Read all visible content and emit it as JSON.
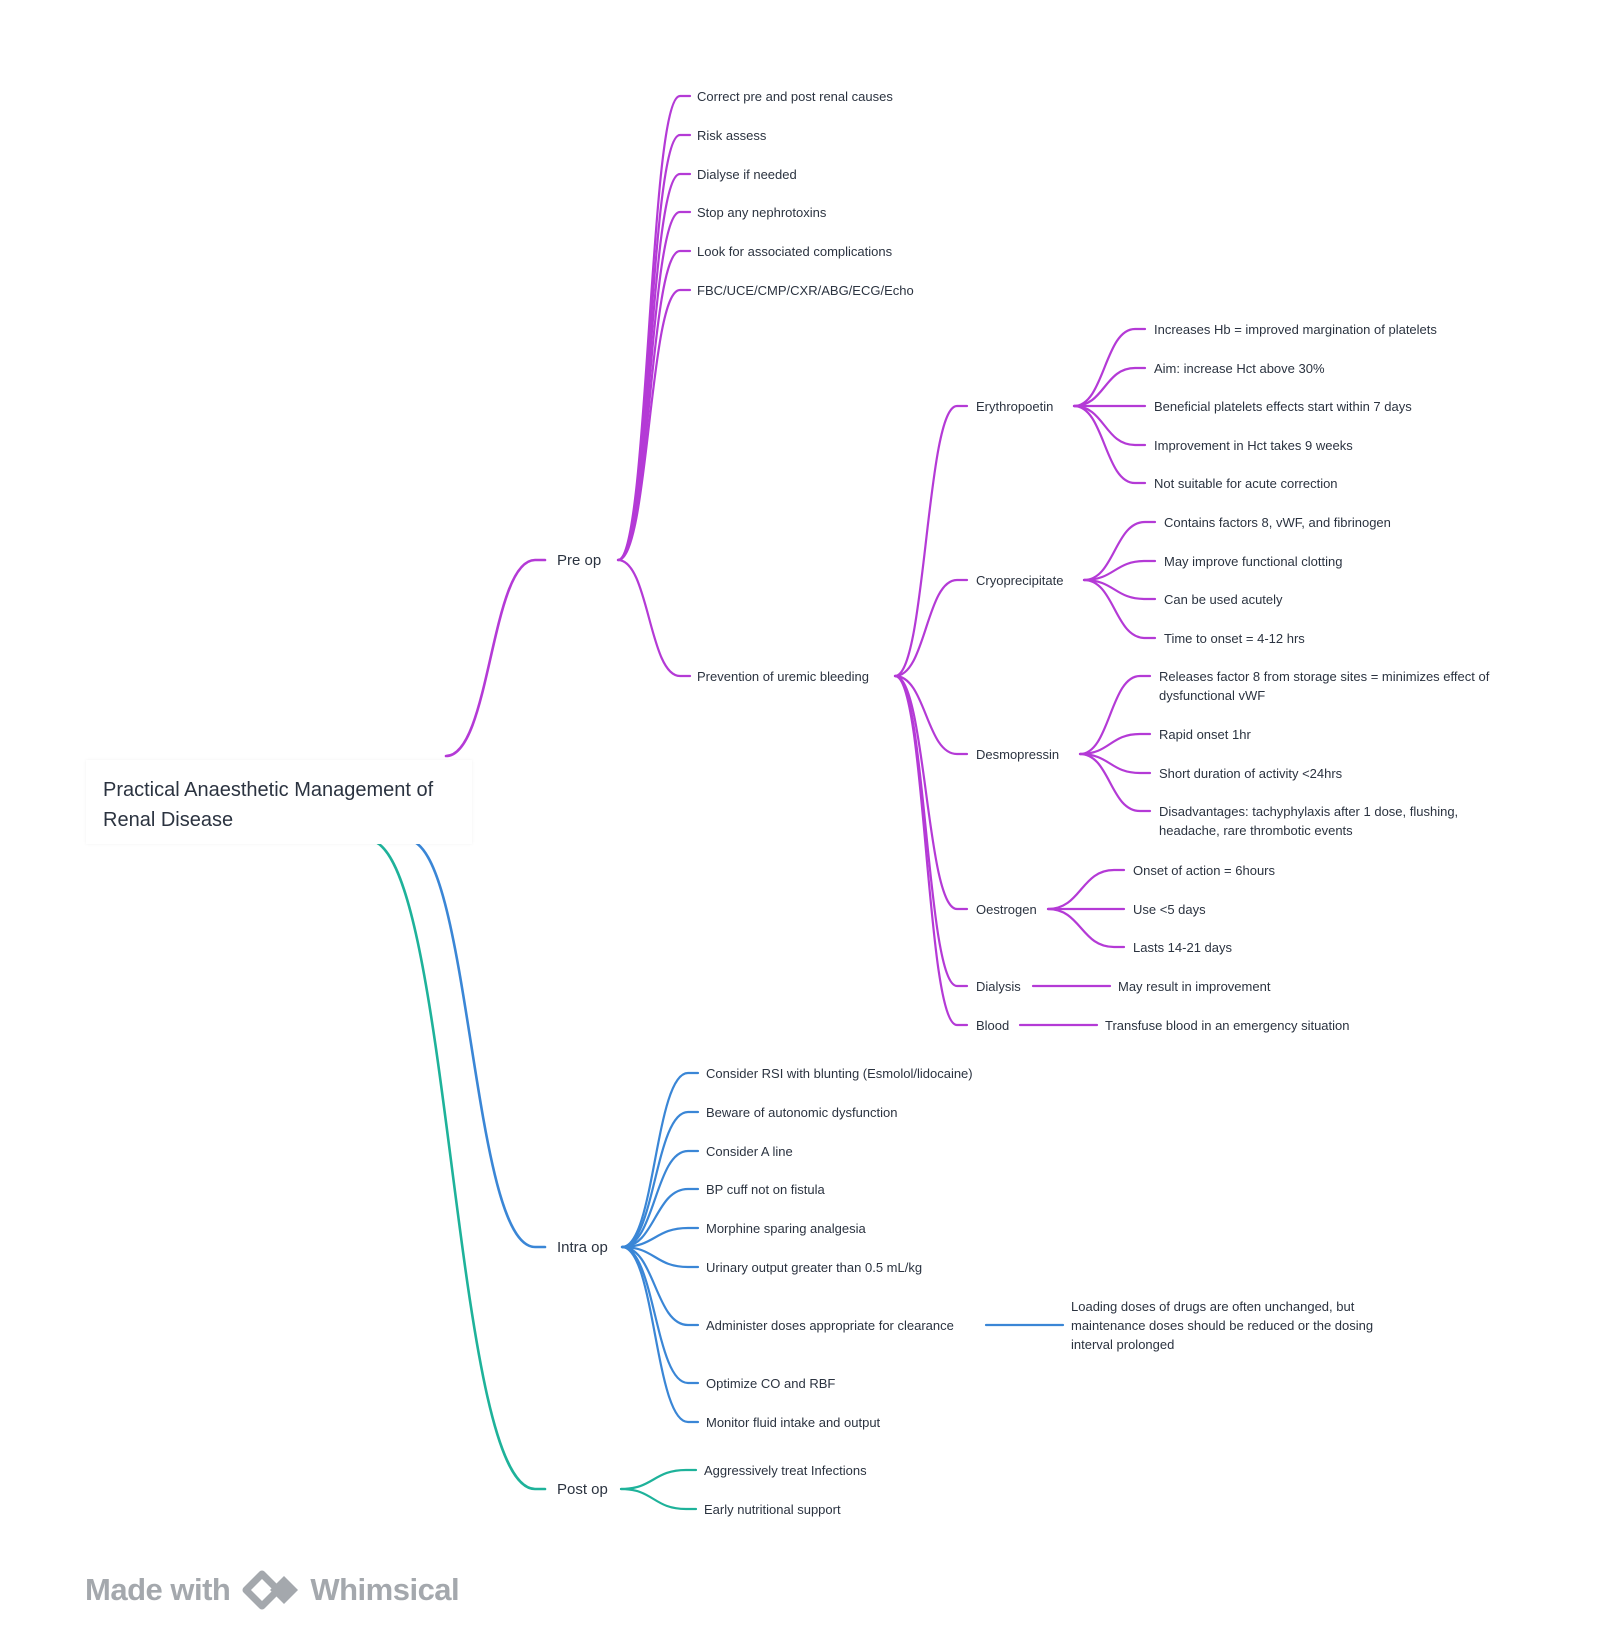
{
  "colors": {
    "preop": "#b43ad6",
    "intraop": "#3a86d6",
    "postop": "#1eb29a",
    "brand": "#a4a8ad"
  },
  "root": {
    "title": "Practical Anaesthetic Management of Renal Disease"
  },
  "preop": {
    "label": "Pre op",
    "items": [
      "Correct pre and post renal causes",
      "Risk assess",
      "Dialyse if needed",
      "Stop any nephrotoxins",
      "Look for associated complications",
      "FBC/UCE/CMP/CXR/ABG/ECG/Echo"
    ],
    "prevention": {
      "label": "Prevention of uremic bleeding",
      "erythropoetin": {
        "label": "Erythropoetin",
        "items": [
          "Increases Hb = improved margination of platelets",
          "Aim: increase Hct above 30%",
          "Beneficial platelets effects start within 7 days",
          "Improvement in Hct takes 9 weeks",
          "Not suitable for acute correction"
        ]
      },
      "cryo": {
        "label": "Cryoprecipitate",
        "items": [
          "Contains factors 8, vWF, and fibrinogen",
          "May improve functional clotting",
          "Can be used acutely",
          "Time to onset = 4-12 hrs"
        ]
      },
      "desmo": {
        "label": "Desmopressin",
        "items": [
          "Releases factor 8 from storage sites = minimizes effect of dysfunctional vWF",
          "Rapid onset 1hr",
          "Short duration of activity <24hrs",
          "Disadvantages: tachyphylaxis after 1 dose, flushing, headache, rare thrombotic events"
        ]
      },
      "oestrogen": {
        "label": "Oestrogen",
        "items": [
          "Onset of action = 6hours",
          "Use <5 days",
          "Lasts 14-21 days"
        ]
      },
      "dialysis": {
        "label": "Dialysis",
        "item": "May result in improvement"
      },
      "blood": {
        "label": "Blood",
        "item": "Transfuse blood in an emergency situation"
      }
    }
  },
  "intraop": {
    "label": "Intra op",
    "items": [
      "Consider RSI with blunting (Esmolol/lidocaine)",
      "Beware of autonomic dysfunction",
      "Consider A line",
      "BP cuff not on fistula",
      "Morphine sparing analgesia",
      "Urinary output greater than 0.5 mL/kg",
      "Administer doses appropriate for clearance",
      "Optimize CO and RBF",
      "Monitor fluid intake and output"
    ],
    "clearance_note": "Loading doses of drugs are often unchanged, but maintenance doses should be reduced or the dosing interval prolonged"
  },
  "postop": {
    "label": "Post op",
    "items": [
      "Aggressively treat Infections",
      "Early nutritional support"
    ]
  },
  "brand": {
    "made_with": "Made with",
    "name": "Whimsical"
  }
}
